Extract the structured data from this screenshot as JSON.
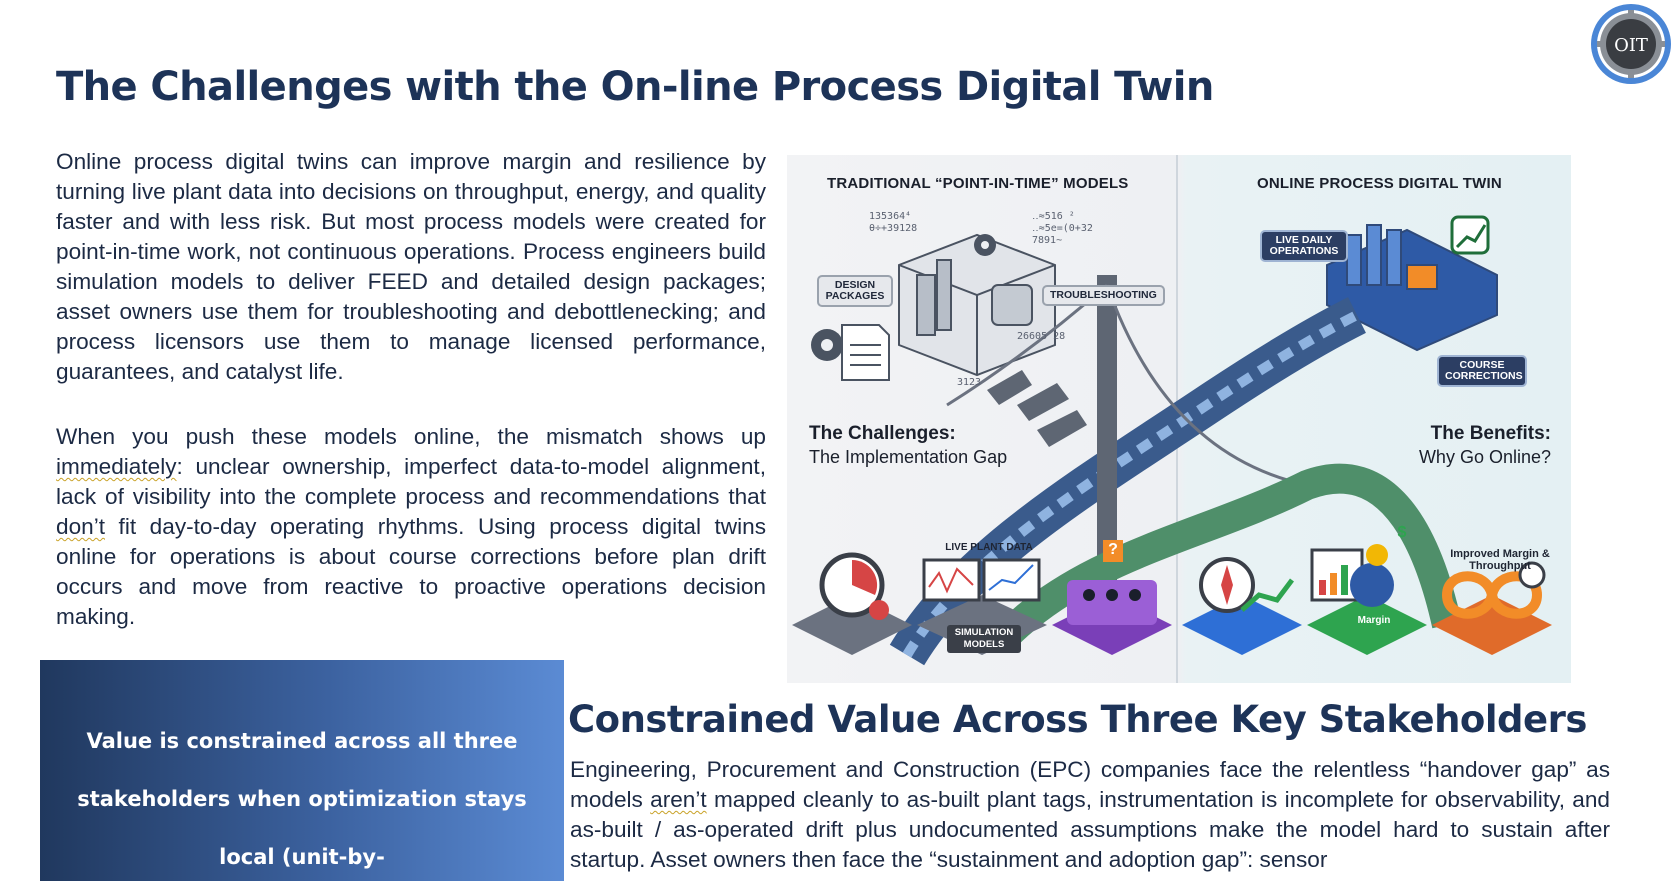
{
  "header": {
    "title": "The Challenges with the On-line Process Digital Twin",
    "logo_text": "OIT"
  },
  "intro": {
    "paragraph1": "Online process digital twins can improve margin and resilience by turning live plant data into decisions on throughput, energy, and quality faster and with less risk. But most process models were created for point-in-time work, not continuous operations. Process engineers build simulation models to deliver FEED and detailed design packages; asset owners use them for troubleshooting and debottlenecking; and process licensors use them to manage licensed performance, guarantees, and catalyst life.",
    "paragraph2_before": "When you push these models online, the mismatch shows up ",
    "paragraph2_flag1": "immediately",
    "paragraph2_mid": ": unclear ownership, imperfect data-to-model alignment, lack of visibility into the complete process and recommendations that ",
    "paragraph2_flag2": "don’t",
    "paragraph2_after": " fit day-to-day operating rhythms. Using process digital twins online for operations is about course corrections before plan drift occurs and move from reactive to proactive operations decision making."
  },
  "infographic": {
    "left_heading": "TRADITIONAL “POINT-IN-TIME” MODELS",
    "right_heading": "ONLINE PROCESS DIGITAL TWIN",
    "left_numbers_a": "135364⁴",
    "left_numbers_b": "θ÷+39128",
    "right_numbers_a": "‥≈516 ²",
    "right_numbers_b": "‥≈5e=(0+32",
    "right_numbers_c": "7891~",
    "scatter_numbers_a": "26605  28",
    "scatter_numbers_b": "3123",
    "tag_design_packages": "DESIGN PACKAGES",
    "tag_troubleshooting": "TROUBLESHOOTING",
    "tag_live_daily_operations": "LIVE DAILY OPERATIONS",
    "tag_course_corrections": "COURSE CORRECTIONS",
    "challenges_title": "The Challenges:",
    "challenges_subtitle": "The Implementation Gap",
    "benefits_title": "The Benefits:",
    "benefits_subtitle": "Why Go Online?",
    "live_plant_data": "LIVE PLANT DATA",
    "simulation_models": "SIMULATION MODELS",
    "improved_margin": "Improved Margin & Throughput",
    "margin_badge": "Margin",
    "dollar": "$",
    "question_mark": "?"
  },
  "callout": {
    "text": "Value is constrained across all three stakeholders when optimization stays local (unit-by-"
  },
  "section2": {
    "title": "Constrained Value Across Three Key Stakeholders",
    "paragraph_before": "Engineering, Procurement and Construction (EPC) companies face the relentless “handover gap” as models ",
    "paragraph_flag": "aren’t",
    "paragraph_after": " mapped cleanly to as-built plant tags, instrumentation is incomplete for observability, and as-built / as-operated drift plus undocumented assumptions make the model hard to sustain after startup. Asset owners then face the “sustainment and adoption gap”: sensor"
  },
  "colors": {
    "title_navy": "#1d3358",
    "body_text": "#1c2a44",
    "callout_start": "#20385e",
    "callout_end": "#5b8bd4",
    "logo_ring": "#4a86d6"
  }
}
